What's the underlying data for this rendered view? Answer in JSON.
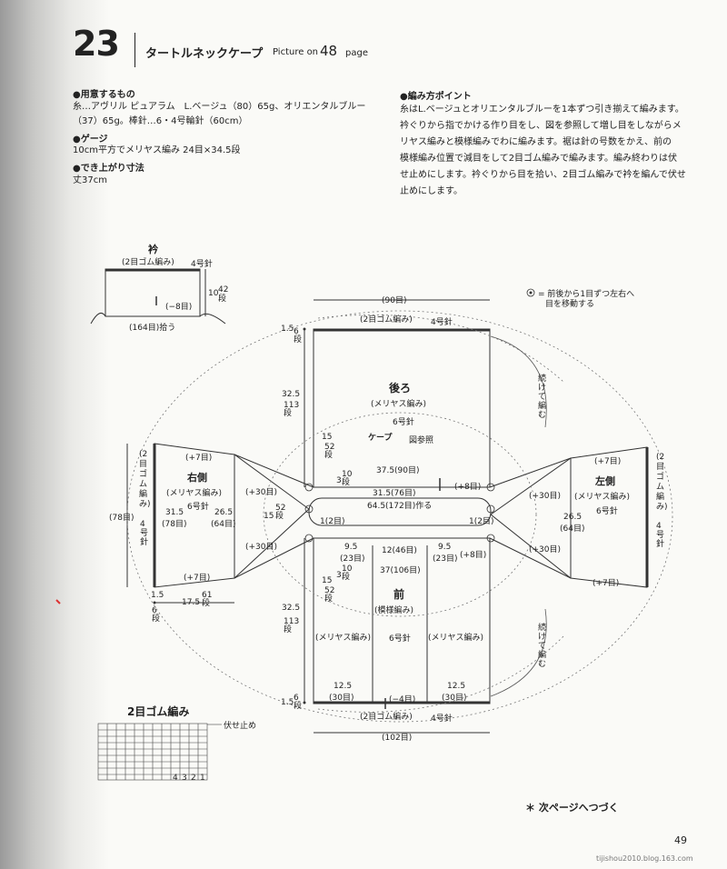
{
  "header": {
    "number": "23",
    "title": "タートルネックケープ",
    "picture_on": "Picture on",
    "page_ref": "48",
    "page_word": "page"
  },
  "materials": {
    "heading": "●用意するもの",
    "line1": "糸…アヴリル ピュアラム　L.ベージュ（80）65g、オリエンタルブルー",
    "line2": "（37）65g。棒針…6・4号輪針（60cm）"
  },
  "gauge": {
    "heading": "●ゲージ",
    "text": "10cm平方でメリヤス編み 24目×34.5段"
  },
  "size": {
    "heading": "●でき上がり寸法",
    "text": "丈37cm"
  },
  "points": {
    "heading": "●編み方ポイント",
    "lines": [
      "糸はL.ベージュとオリエンタルブルーを1本ずつ引き揃えて編みます。",
      "衿ぐりから指でかける作り目をし、図を参照して増し目をしながらメ",
      "リヤス編みと模様編みでわに編みます。裾は針の号数をかえ、前の",
      "模様編み位置で減目をして2目ゴム編みで編みます。編み終わりは伏",
      "せ止めにします。衿ぐりから目を拾い、2目ゴム編みで衿を編んで伏せ",
      "止めにします。"
    ]
  },
  "collar": {
    "title": "衿",
    "rib": "(2目ゴム編み)",
    "needle": "4号針",
    "height": "10",
    "rows": "42段",
    "dec": "(−8目)",
    "pickup": "(164目)拾う"
  },
  "legend": {
    "symbol": "⊙",
    "line1": "= 前後から1目ずつ左右へ",
    "line2": "目を移動する"
  },
  "back": {
    "title": "後ろ",
    "stitch": "(メリヤス編み)",
    "needle": "6号針",
    "top_count": "(90目)",
    "rib": "(2目ゴム編み)",
    "rib_needle": "4号針",
    "rib_h": "1.5",
    "rib_rows": "6段",
    "len": "32.5",
    "len_rows": "113段",
    "w1": "37.5(90目)",
    "w2": "31.5(76目)",
    "inc8": "(+8目)",
    "r3": "3",
    "r3rows": "10段",
    "r15": "15",
    "r15rows": "52段"
  },
  "cape_ref": {
    "label": "ケープ",
    "note": "図参照"
  },
  "neck": {
    "cast_on": "64.5(172目)作る",
    "one_left": "1(2目)",
    "one_right": "1(2目)"
  },
  "front": {
    "title": "前",
    "stitch": "(模様編み)",
    "needle": "6号針",
    "w_side_l": "9.5",
    "w_side_l_st": "(23目)",
    "w_mid": "12(46目)",
    "w_side_r": "9.5",
    "w_side_r_st": "(23目)",
    "inc8": "(+8目)",
    "w_total": "37(106目)",
    "r15": "15",
    "r15rows": "52段",
    "r3": "3",
    "r3rows": "10段",
    "len": "32.5",
    "len_rows": "113段",
    "left_stitch": "(メリヤス編み)",
    "right_stitch": "(メリヤス編み)",
    "hem_l": "12.5",
    "hem_l_st": "(30目)",
    "hem_dec": "(−4目)",
    "hem_r": "12.5",
    "hem_r_st": "(30目)",
    "rib_h": "1.5",
    "rib_rows": "6段",
    "rib": "(2目ゴム編み)",
    "rib_needle": "4号針",
    "bottom_count": "(102目)"
  },
  "right_side": {
    "title": "右側",
    "stitch": "(メリヤス編み)",
    "needle": "6号針",
    "inc7_top": "(+7目)",
    "inc30_top": "(+30目)",
    "inc30_bot": "(+30目)",
    "inc7_bot": "(+7目)",
    "h1": "31.5",
    "h1_st": "(78目)",
    "h2": "26.5",
    "h2_st": "(64目)",
    "r15": "15",
    "r15rows": "52段",
    "rib": "(2目ゴム編み)",
    "rib_needle": "4号針",
    "outer": "(78目)",
    "rib_h": "1.5",
    "rib_rows": "6段",
    "len": "17.5",
    "len_rows": "61段"
  },
  "left_side": {
    "title": "左側",
    "stitch": "(メリヤス編み)",
    "needle": "6号針",
    "inc7_top": "(+7目)",
    "inc30_top": "(+30目)",
    "inc30_bot": "(+30目)",
    "inc7_bot": "(+7目)",
    "h2": "26.5",
    "h2_st": "(64目)",
    "rib": "(2目ゴム編み)",
    "rib_needle": "4号針",
    "cont_top": "続けて編む",
    "cont_bot": "続けて編む"
  },
  "rib_chart": {
    "title": "2目ゴム編み",
    "bindoff": "伏せ止め",
    "cols": [
      "4",
      "3",
      "2",
      "1"
    ]
  },
  "footer": {
    "next": "＊ 次ページへつづく",
    "page": "49",
    "watermark": "tijishou2010.blog.163.com"
  }
}
